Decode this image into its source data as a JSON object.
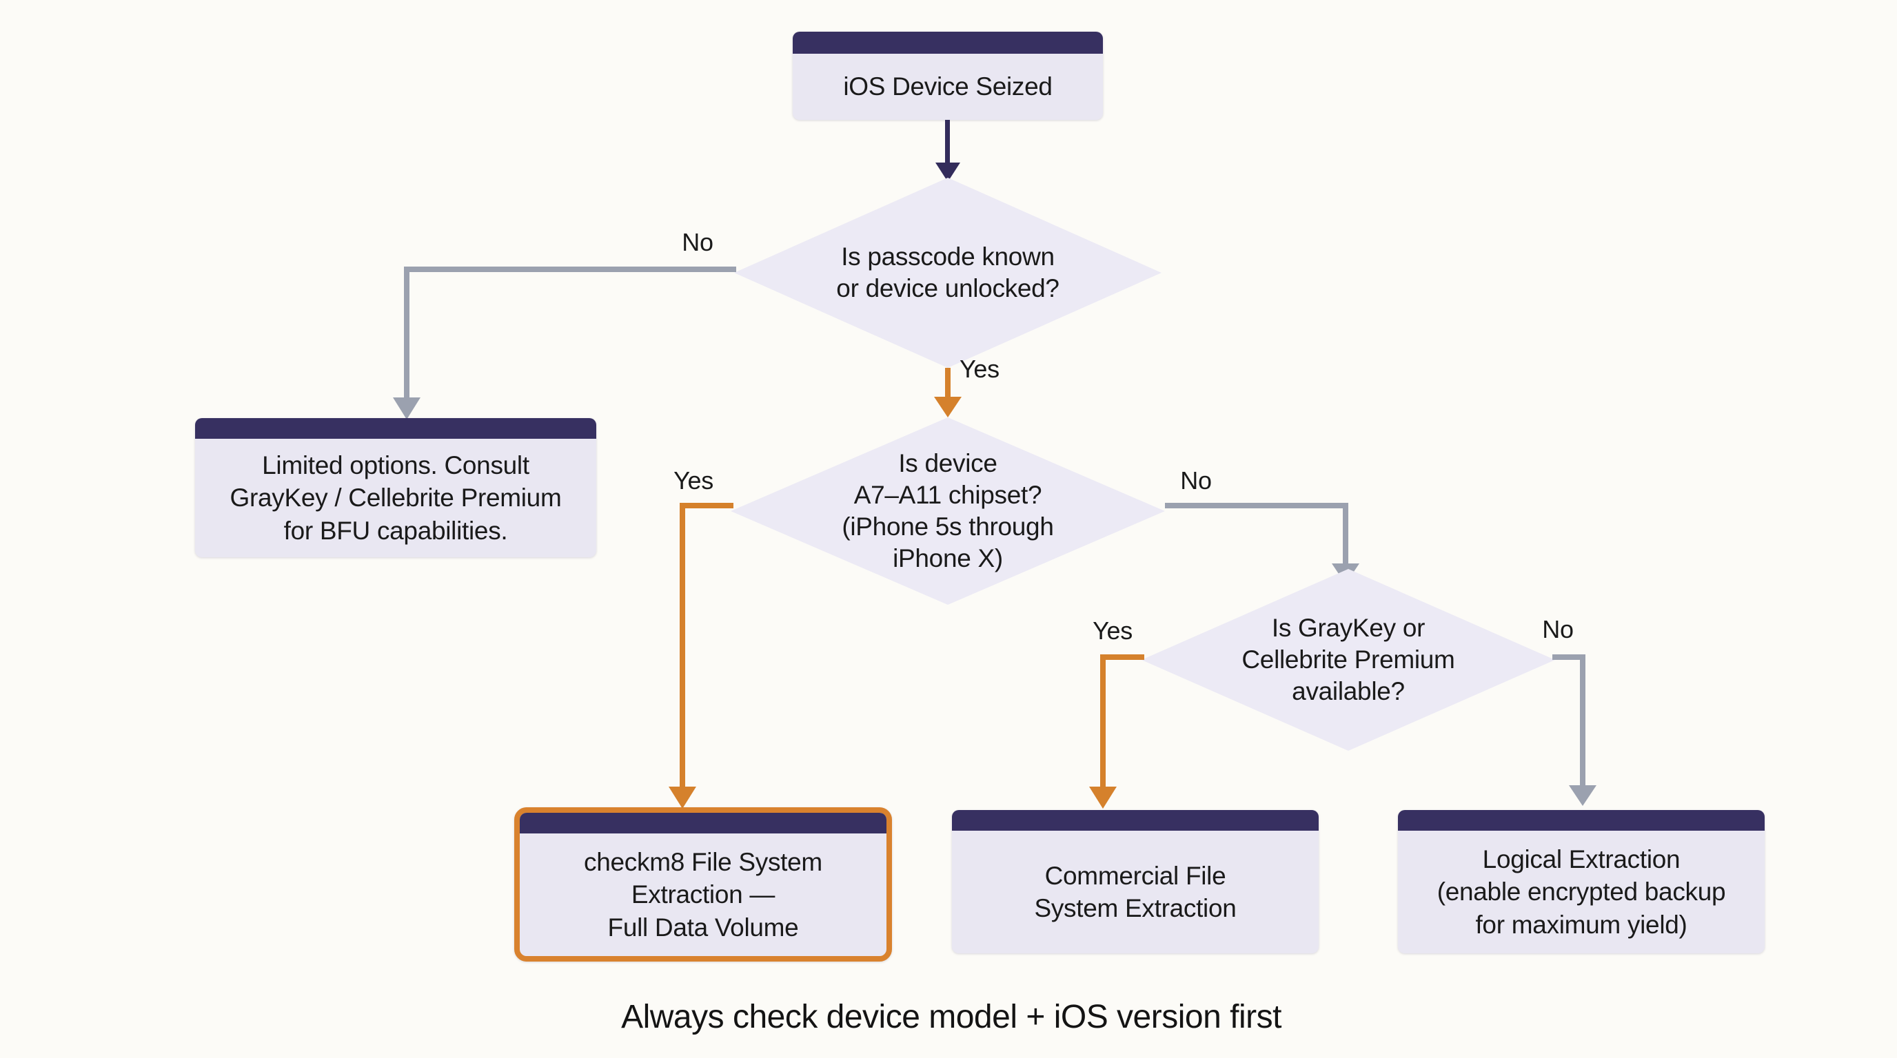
{
  "caption": "Always check device model + iOS version first",
  "nodes": {
    "start": {
      "label": "iOS Device Seized"
    },
    "passcode": {
      "label": "Is passcode known\nor device unlocked?"
    },
    "limited": {
      "label": "Limited options. Consult\nGrayKey / Cellebrite Premium\nfor BFU capabilities."
    },
    "chipset": {
      "label": "Is device\nA7–A11 chipset?\n(iPhone 5s through\niPhone X)"
    },
    "graykey": {
      "label": "Is GrayKey or\nCellebrite Premium\navailable?"
    },
    "checkm8": {
      "label": "checkm8 File System\nExtraction —\nFull Data Volume"
    },
    "commercial": {
      "label": "Commercial File\nSystem Extraction"
    },
    "logical": {
      "label": "Logical Extraction\n(enable encrypted backup\nfor maximum yield)"
    }
  },
  "edge_labels": {
    "passcode_no": "No",
    "passcode_yes": "Yes",
    "chipset_yes": "Yes",
    "chipset_no": "No",
    "graykey_yes": "Yes",
    "graykey_no": "No"
  },
  "colors": {
    "header_bar": "#373061",
    "node_fill": "#e9e7f2",
    "diamond_fill": "#eceaf5",
    "accent_orange": "#d5812c",
    "highlight_border": "#d9822e",
    "connector_gray": "#9ba1af",
    "connector_dark": "#332c5b",
    "background": "#fcfbf7"
  }
}
